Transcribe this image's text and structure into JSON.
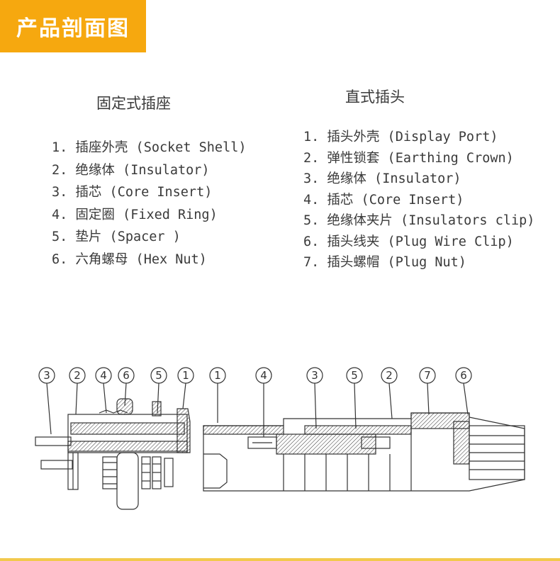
{
  "header": {
    "title": "产品剖面图",
    "accent_color": "#f6a80f"
  },
  "fixed_socket": {
    "title": "固定式插座",
    "parts": [
      "1. 插座外壳 (Socket Shell)",
      "2. 绝缘体 (Insulator)",
      "3. 插芯 (Core Insert)",
      "4. 固定圈 (Fixed Ring)",
      "5. 垫片 (Spacer )",
      "6. 六角螺母 (Hex Nut)"
    ],
    "callouts": [
      "3",
      "2",
      "4",
      "6",
      "5",
      "1"
    ]
  },
  "straight_plug": {
    "title": "直式插头",
    "parts": [
      "1. 插头外壳 (Display Port)",
      "2. 弹性锁套 (Earthing Crown)",
      "3. 绝缘体 (Insulator)",
      "4. 插芯 (Core Insert)",
      "5. 绝缘体夹片 (Insulators clip)",
      "6. 插头线夹 (Plug Wire Clip)",
      "7. 插头螺帽 (Plug Nut)"
    ],
    "callouts": [
      "1",
      "4",
      "3",
      "5",
      "2",
      "7",
      "6"
    ]
  }
}
